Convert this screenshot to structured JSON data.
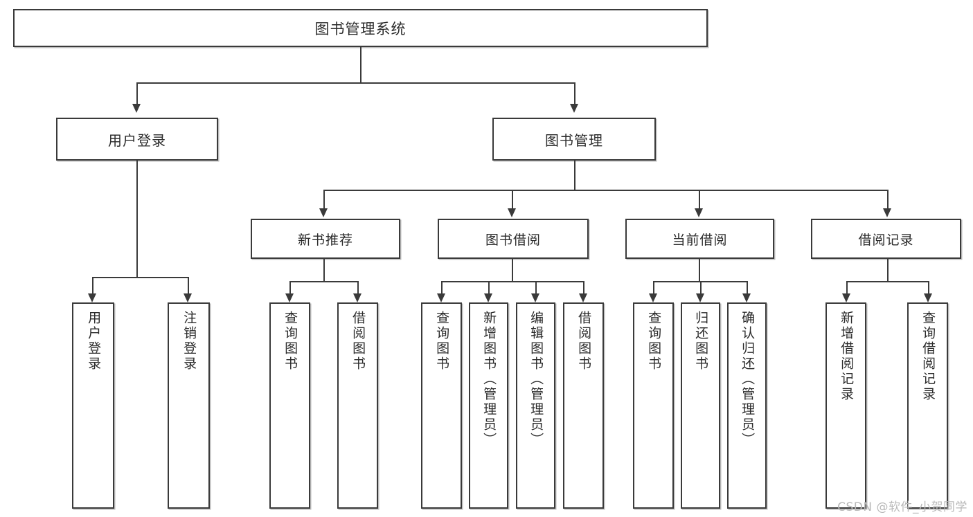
{
  "diagram": {
    "title": "图书管理系统",
    "watermark": "CSDN @软件_小贺同学",
    "colors": {
      "stroke": "#3a3a3a",
      "text": "#2b2b2b",
      "background": "#ffffff",
      "watermark": "#b9b9b9"
    },
    "root": {
      "label": "图书管理系统"
    },
    "level2": [
      {
        "key": "user-login",
        "label": "用户登录"
      },
      {
        "key": "book-manage",
        "label": "图书管理"
      }
    ],
    "level3": [
      {
        "key": "new-book-recommend",
        "label": "新书推荐"
      },
      {
        "key": "book-borrow",
        "label": "图书借阅"
      },
      {
        "key": "current-borrow",
        "label": "当前借阅"
      },
      {
        "key": "borrow-record",
        "label": "借阅记录"
      }
    ],
    "leaves": [
      {
        "key": "user-login-leaf",
        "label": "用户登录",
        "parent": "user-login"
      },
      {
        "key": "logout-leaf",
        "label": "注销登录",
        "parent": "user-login"
      },
      {
        "key": "query-book-1",
        "label": "查询图书",
        "parent": "new-book-recommend"
      },
      {
        "key": "borrow-book-1",
        "label": "借阅图书",
        "parent": "new-book-recommend"
      },
      {
        "key": "query-book-2",
        "label": "查询图书",
        "parent": "book-borrow"
      },
      {
        "key": "add-book-admin",
        "label": "新增图书（管理员）",
        "parent": "book-borrow"
      },
      {
        "key": "edit-book-admin",
        "label": "编辑图书（管理员）",
        "parent": "book-borrow"
      },
      {
        "key": "borrow-book-2",
        "label": "借阅图书",
        "parent": "book-borrow"
      },
      {
        "key": "query-book-3",
        "label": "查询图书",
        "parent": "current-borrow"
      },
      {
        "key": "return-book",
        "label": "归还图书",
        "parent": "current-borrow"
      },
      {
        "key": "confirm-return-admin",
        "label": "确认归还（管理员）",
        "parent": "current-borrow"
      },
      {
        "key": "add-borrow-record",
        "label": "新增借阅记录",
        "parent": "borrow-record"
      },
      {
        "key": "query-borrow-record",
        "label": "查询借阅记录",
        "parent": "borrow-record"
      }
    ]
  }
}
